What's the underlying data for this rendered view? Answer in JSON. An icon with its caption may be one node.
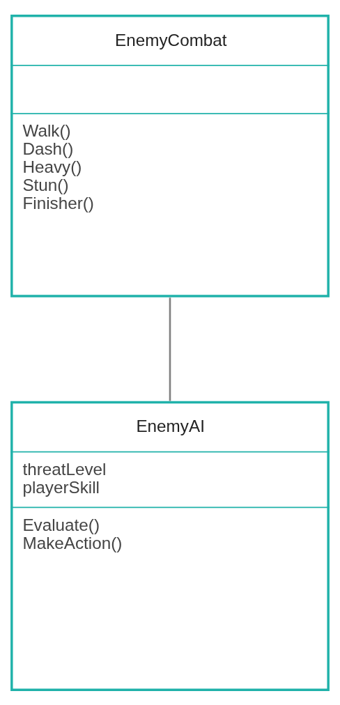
{
  "diagram": {
    "nodes": [
      {
        "text": [
          "EnemyCombat",
          "Walk()",
          "Dash()",
          "Heavy()",
          "Stun()",
          "Finisher()"
        ]
      },
      {
        "text": [
          "EnemyAI",
          "threatLevel",
          "playerSkill",
          "Evaluate()",
          "MakeAction()"
        ]
      }
    ],
    "edges": [
      {
        "from": 0,
        "to": 1,
        "arrow": "none",
        "color": "#808080"
      }
    ]
  }
}
